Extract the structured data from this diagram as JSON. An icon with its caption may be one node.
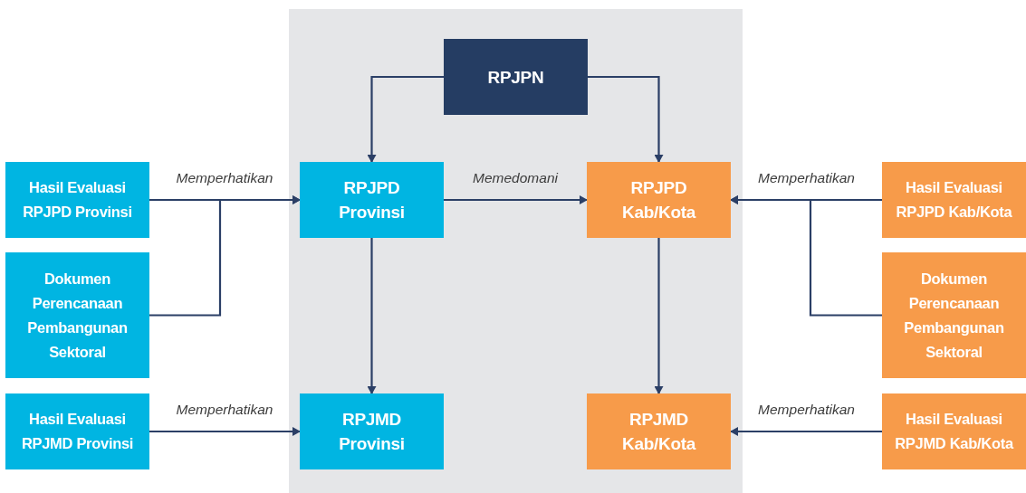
{
  "diagram": {
    "nodes": [
      {
        "text": [],
        "shape": "box"
      },
      {
        "text": [
          "RPJPN"
        ],
        "in": 0
      },
      {
        "text": [
          "RPJPD Provinsi"
        ],
        "in": 0
      },
      {
        "text": [
          "RPJPD Kab/Kota"
        ],
        "in": 0
      },
      {
        "text": [
          "RPJMD Provinsi"
        ],
        "in": 0
      },
      {
        "text": [
          "RPJMD Kab/Kota"
        ],
        "in": 0
      },
      {
        "text": [
          "Hasil Evaluasi RPJPD Provinsi"
        ]
      },
      {
        "text": [
          "Dokumen Perencanaan Pembangunan Sektoral"
        ]
      },
      {
        "text": [
          "Hasil Evaluasi RPJMD Provinsi"
        ]
      },
      {
        "text": [
          "Hasil Evaluasi RPJPD Kab/Kota"
        ]
      },
      {
        "text": [
          "Dokumen Perencanaan Pembangunan Sektoral"
        ]
      },
      {
        "text": [
          "Hasil Evaluasi RPJMD Kab/Kota"
        ]
      }
    ],
    "edges": [
      {
        "from": 1,
        "to": 2,
        "arrow": "to"
      },
      {
        "from": 1,
        "to": 3,
        "arrow": "to"
      },
      {
        "from": 2,
        "to": 3,
        "arrow": "to",
        "label": "Memedomani"
      },
      {
        "from": 2,
        "to": 4,
        "arrow": "to"
      },
      {
        "from": 3,
        "to": 5,
        "arrow": "to"
      },
      {
        "from": 6,
        "to": 2,
        "arrow": "to",
        "label": "Memperhatikan"
      },
      {
        "from": 7,
        "to": 2,
        "arrow": "to"
      },
      {
        "from": 8,
        "to": 4,
        "arrow": "to",
        "label": "Memperhatikan"
      },
      {
        "from": 9,
        "to": 3,
        "arrow": "to",
        "label": "Memperhatikan"
      },
      {
        "from": 10,
        "to": 3,
        "arrow": "to"
      },
      {
        "from": 11,
        "to": 5,
        "arrow": "to",
        "label": "Memperhatikan"
      }
    ]
  }
}
